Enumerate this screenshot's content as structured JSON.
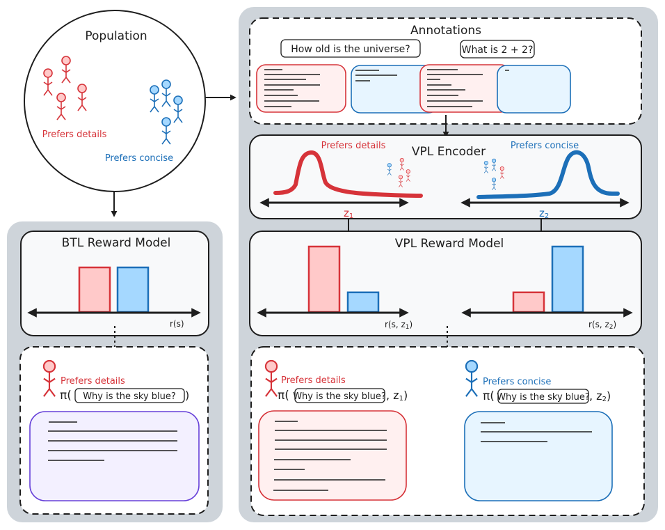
{
  "population": {
    "title": "Population",
    "group_details_label": "Prefers details",
    "group_concise_label": "Prefers concise"
  },
  "annotations": {
    "title": "Annotations",
    "prompts": [
      "How old is the universe?",
      "What is 2 + 2?"
    ]
  },
  "vpl_encoder": {
    "title": "VPL Encoder",
    "left_label": "Prefers details",
    "right_label": "Prefers concise",
    "latent_left": "z",
    "latent_left_sub": "1",
    "latent_right": "z",
    "latent_right_sub": "2"
  },
  "vpl_reward": {
    "title": "VPL Reward Model",
    "left_axis_label": "r(s, z",
    "left_axis_sub": "1",
    "right_axis_label": "r(s, z",
    "right_axis_sub": "2",
    "left_bars": {
      "details": 1.0,
      "concise": 0.3
    },
    "right_bars": {
      "details": 0.3,
      "concise": 1.0
    }
  },
  "btl_reward": {
    "title": "BTL Reward Model",
    "axis_label": "r(s)",
    "bars": {
      "details": 1.0,
      "concise": 1.0
    }
  },
  "btl_policy": {
    "persona": "Prefers details",
    "pi": "π(",
    "prompt": "Why is the sky blue?",
    "close": ")"
  },
  "vpl_policy": {
    "left_persona": "Prefers details",
    "right_persona": "Prefers concise",
    "pi": "π(",
    "prompt": "Why is the sky blue?",
    "left_latent": ", z",
    "left_latent_sub": "1",
    "right_latent": ", z",
    "right_latent_sub": "2",
    "close": ")"
  },
  "colors": {
    "red": "#d63339",
    "red_fill": "#ffc9c9",
    "red_light": "#fff0f0",
    "blue": "#1c6fb8",
    "blue_fill": "#a5d8ff",
    "blue_light": "#e7f5ff",
    "purple": "#6741d9",
    "purple_light": "#f3f0ff",
    "panel_gray": "#ced4da"
  }
}
